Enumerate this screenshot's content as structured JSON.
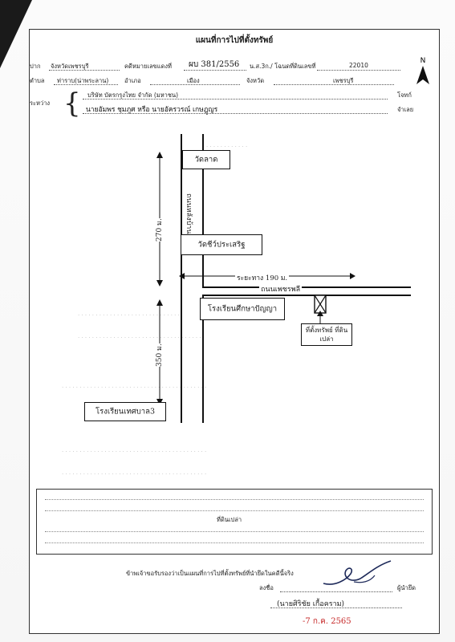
{
  "header": {
    "title": "แผนที่การไปที่ตั้งทรัพย์",
    "row1": {
      "label_province": "ปาก",
      "province_val": "จังหวัดเพชรบุรี",
      "label_doc": "คดีหมายเลขแดงที่",
      "doc_no": "ผบ 381/2556",
      "label_map": "น.ส.3ก./ โฉนดที่ดินเลขที่",
      "map_no": "22010"
    },
    "row2": {
      "label_tambon": "ตำบล",
      "tambon_val": "ท่าราบ(น่าพระลาน)",
      "label_amphoe": "อำเภอ",
      "amphoe_val": "เมือง",
      "label_changwat": "จังหวัด",
      "changwat_val": "เพชรบุรี"
    },
    "row3": {
      "label_between": "ระหว่าง",
      "plaintiff": "บริษัท บัตรกรุงไทย จำกัด (มหาชน)",
      "label_plaintiff": "โจทก์",
      "defendant": "นายอัมพร ชุมภูศ หรือ นายอัครวรณ์ เกษฎูญร",
      "label_defendant": "จำเลย"
    },
    "compass": "N"
  },
  "map": {
    "place_1": "วัดลาด",
    "place_2": "วัดชีว์ประเสริฐ",
    "place_3": "โรงเรียนศึกษาปัญญา",
    "place_4": "โรงเรียนเทศบาล3",
    "road_v": "ถนนหลังบ้านสวนลุง",
    "road_h": "ถนนเพชรพลี",
    "dist_h": "ระยะทาง 190 ม.",
    "dist_v1": "270 ม.",
    "dist_v2": "350 ม.",
    "target": "ที่ตั้งทรัพย์ ที่ดินเปล่า"
  },
  "note": {
    "label": "ที่ดินเปล่า"
  },
  "footer": {
    "certify": "ข้าพเจ้าขอรับรองว่าเป็นแผนที่การไปที่ตั้งทรัพย์ที่นำยึดในคดีนี้จริง",
    "sign_label": "ลงชื่อ",
    "role": "ผู้นำยึด",
    "signer": "(นายศิริชัย เกื้อคราม)",
    "date_stamp": "-7 ก.ค. 2565"
  }
}
